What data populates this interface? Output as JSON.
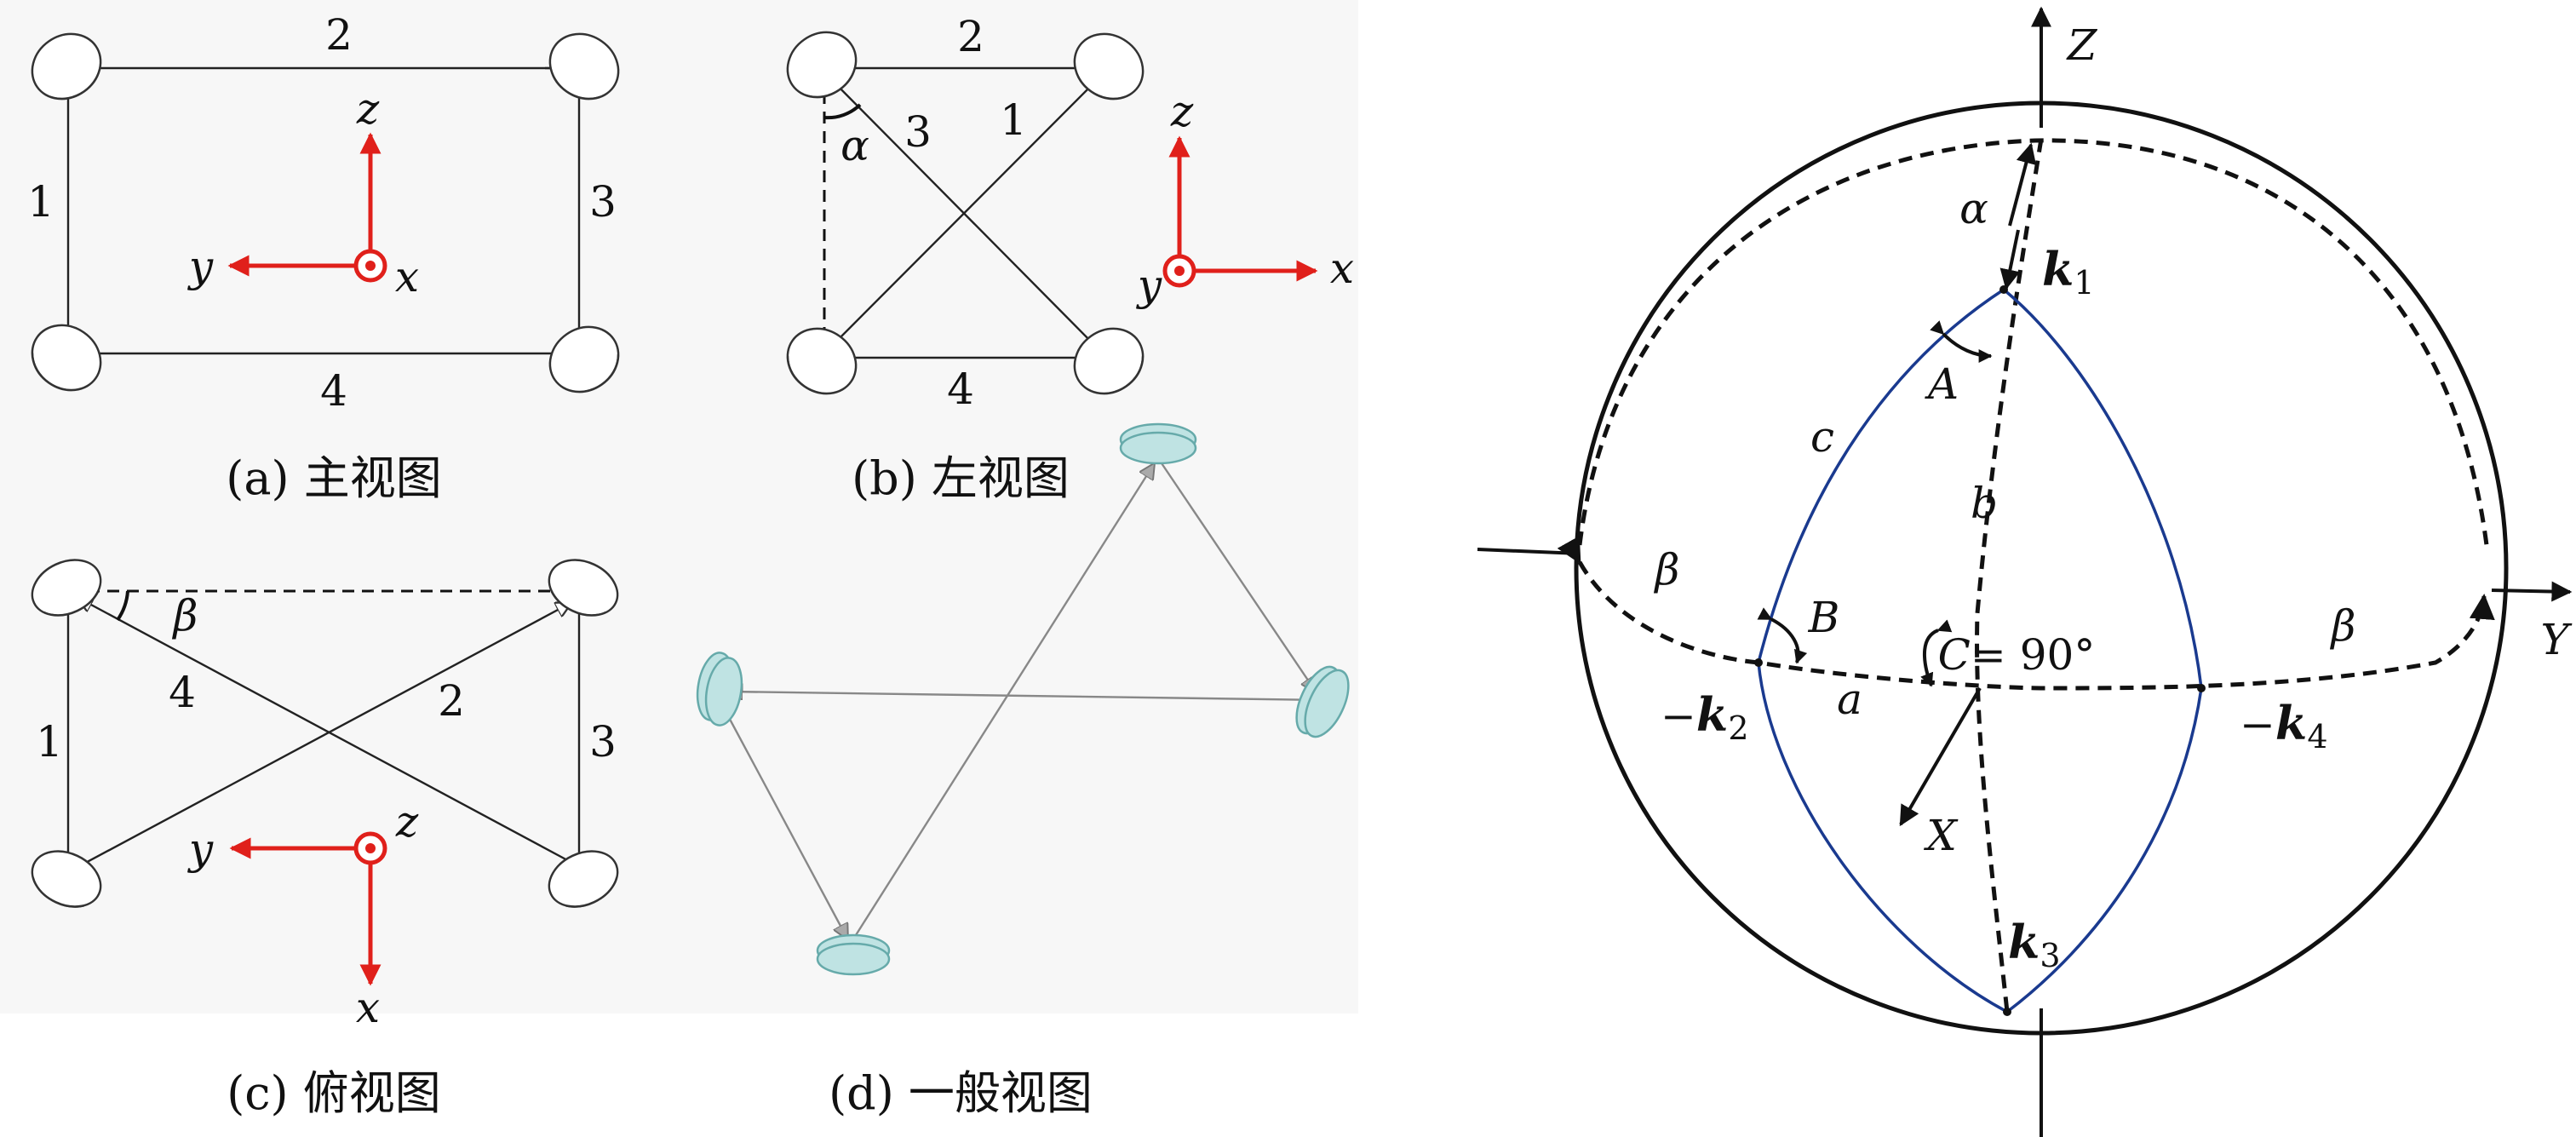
{
  "panels": {
    "a": {
      "caption": "(a) 主视图",
      "edge_labels": [
        "1",
        "2",
        "3",
        "4"
      ],
      "axes": {
        "up": "z",
        "left": "y",
        "out": "x"
      }
    },
    "b": {
      "caption": "(b) 左视图",
      "edge_labels": [
        "1",
        "2",
        "3",
        "4"
      ],
      "angle": "α",
      "axes": {
        "up": "z",
        "right": "x",
        "out": "y"
      }
    },
    "c": {
      "caption": "(c) 俯视图",
      "edge_labels": [
        "1",
        "2",
        "3",
        "4"
      ],
      "angle": "β",
      "axes": {
        "left": "y",
        "down": "x",
        "out": "z"
      }
    },
    "d": {
      "caption": "(d) 一般视图"
    }
  },
  "sphere": {
    "axes": {
      "z": "Z",
      "y": "Y",
      "x": "X"
    },
    "vertices": {
      "k1": {
        "minus": "",
        "symbol": "k",
        "index": "1"
      },
      "k2": {
        "minus": "−",
        "symbol": "k",
        "index": "2"
      },
      "k3": {
        "minus": "",
        "symbol": "k",
        "index": "3"
      },
      "k4": {
        "minus": "−",
        "symbol": "k",
        "index": "4"
      }
    },
    "angles": {
      "A": "A",
      "B": "B",
      "C": "C",
      "C_value": "= 90°",
      "alpha": "α",
      "beta_left": "β",
      "beta_right": "β"
    },
    "sides": {
      "a": "a",
      "b": "b",
      "c": "c"
    }
  },
  "colors": {
    "panel_bg": "#f7f7f7",
    "axis_red": "#e0201b",
    "triangle_blue": "#1a3a8f",
    "mirror_teal": "#bfe3e3"
  }
}
